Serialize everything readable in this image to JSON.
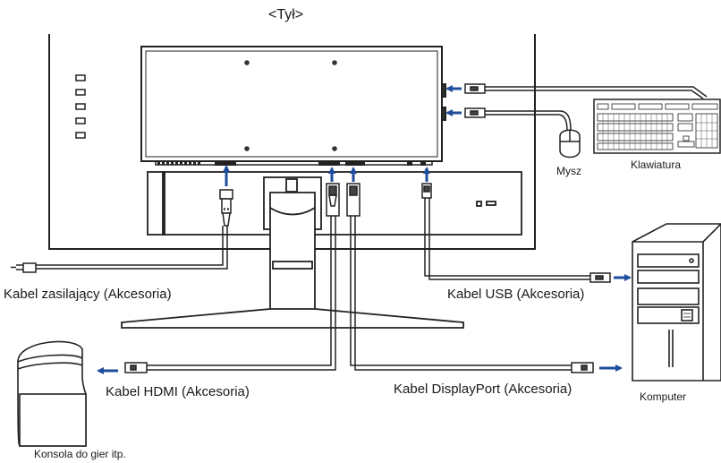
{
  "title": "<Tył>",
  "labels": {
    "mouse": "Mysz",
    "keyboard": "Klawiatura",
    "power_cable": "Kabel zasilający (Akcesoria)",
    "usb_cable": "Kabel USB (Akcesoria)",
    "hdmi_cable": "Kabel HDMI (Akcesoria)",
    "displayport_cable": "Kabel DisplayPort (Akcesoria)",
    "computer": "Komputer",
    "game_console": "Konsola do gier itp."
  },
  "colors": {
    "arrow": "#1f4e9c",
    "line": "#222222",
    "fill_dark": "#444444"
  }
}
